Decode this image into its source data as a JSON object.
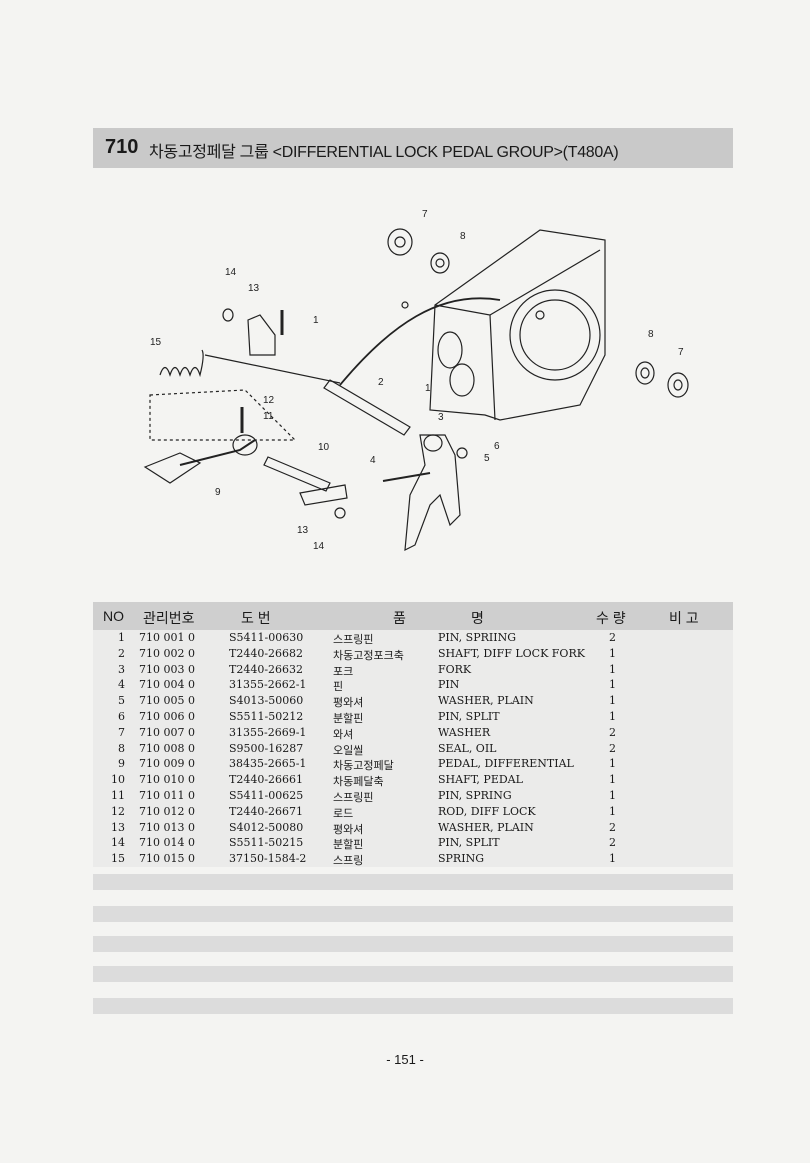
{
  "title": {
    "number": "710",
    "text": "차동고정페달 그룹 <DIFFERENTIAL LOCK PEDAL GROUP>(T480A)"
  },
  "diagram": {
    "callouts": [
      "1",
      "2",
      "3",
      "4",
      "5",
      "6",
      "7",
      "8",
      "9",
      "10",
      "11",
      "12",
      "13",
      "14",
      "15",
      "7",
      "8",
      "13",
      "14",
      "1"
    ]
  },
  "table": {
    "headers": {
      "no": "NO",
      "code": "관리번호",
      "part_no": "도  번",
      "name_kr": "품",
      "name_en": "명",
      "qty": "수 량",
      "note": "비 고"
    },
    "rows": [
      {
        "no": "1",
        "code": "710  001  0",
        "part": "S5411-00630",
        "kr": "스프링핀",
        "en": "PIN, SPRIING",
        "qty": "2"
      },
      {
        "no": "2",
        "code": "710  002  0",
        "part": "T2440-26682",
        "kr": "차동고정포크축",
        "en": "SHAFT, DIFF LOCK FORK",
        "qty": "1"
      },
      {
        "no": "3",
        "code": "710  003  0",
        "part": "T2440-26632",
        "kr": "포크",
        "en": "FORK",
        "qty": "1"
      },
      {
        "no": "4",
        "code": "710  004  0",
        "part": "31355-2662-1",
        "kr": "핀",
        "en": "PIN",
        "qty": "1"
      },
      {
        "no": "5",
        "code": "710  005  0",
        "part": "S4013-50060",
        "kr": "평와셔",
        "en": "WASHER, PLAIN",
        "qty": "1"
      },
      {
        "no": "6",
        "code": "710  006  0",
        "part": "S5511-50212",
        "kr": "분할핀",
        "en": "PIN, SPLIT",
        "qty": "1"
      },
      {
        "no": "7",
        "code": "710  007  0",
        "part": "31355-2669-1",
        "kr": "와셔",
        "en": "WASHER",
        "qty": "2"
      },
      {
        "no": "8",
        "code": "710  008  0",
        "part": "S9500-16287",
        "kr": "오일씰",
        "en": "SEAL, OIL",
        "qty": "2"
      },
      {
        "no": "9",
        "code": "710  009  0",
        "part": "38435-2665-1",
        "kr": "차동고정페달",
        "en": "PEDAL, DIFFERENTIAL",
        "qty": "1"
      },
      {
        "no": "10",
        "code": "710  010  0",
        "part": "T2440-26661",
        "kr": "차동페달축",
        "en": "SHAFT, PEDAL",
        "qty": "1"
      },
      {
        "no": "11",
        "code": "710  011  0",
        "part": "S5411-00625",
        "kr": "스프링핀",
        "en": "PIN, SPRING",
        "qty": "1"
      },
      {
        "no": "12",
        "code": "710  012  0",
        "part": "T2440-26671",
        "kr": "로드",
        "en": "ROD, DIFF LOCK",
        "qty": "1"
      },
      {
        "no": "13",
        "code": "710  013  0",
        "part": "S4012-50080",
        "kr": "평와셔",
        "en": "WASHER, PLAIN",
        "qty": "2"
      },
      {
        "no": "14",
        "code": "710  014  0",
        "part": "S5511-50215",
        "kr": "분할핀",
        "en": "PIN, SPLIT",
        "qty": "2"
      },
      {
        "no": "15",
        "code": "710  015  0",
        "part": "37150-1584-2",
        "kr": "스프링",
        "en": "SPRING",
        "qty": "1"
      }
    ]
  },
  "page_number": "- 151 -"
}
